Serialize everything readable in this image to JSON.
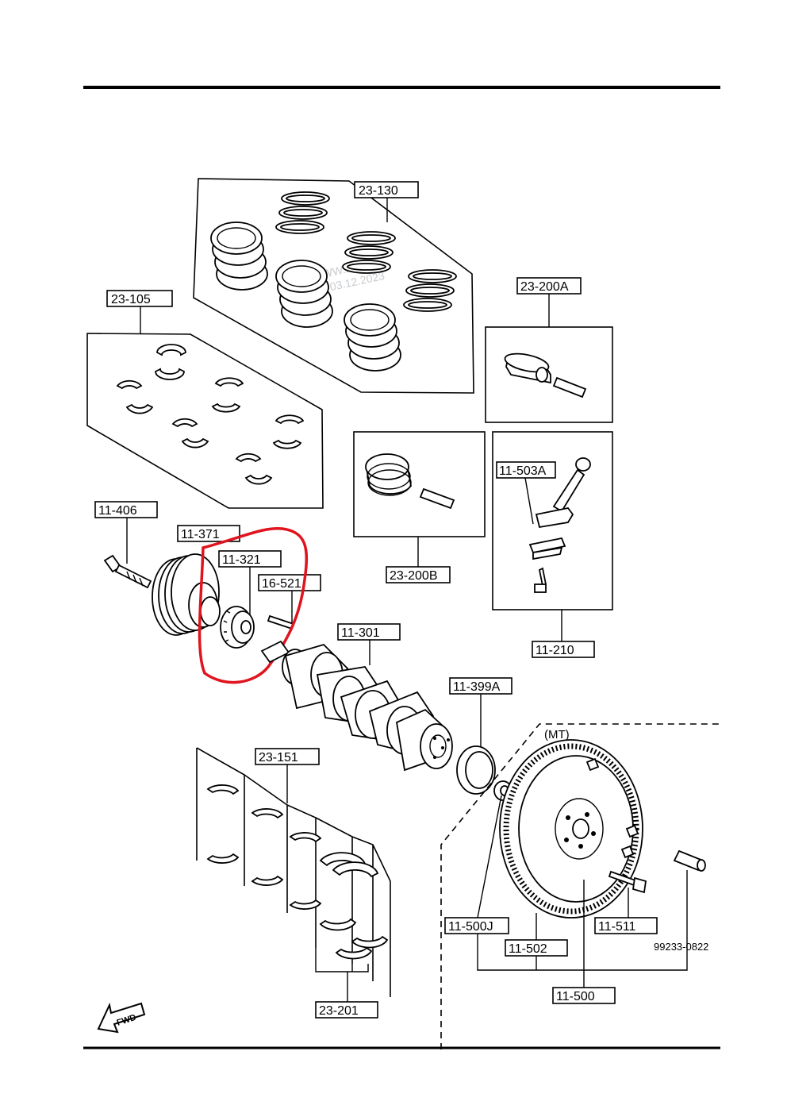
{
  "labels": {
    "l23_130": "23-130",
    "l23_105": "23-105",
    "l23_200A": "23-200A",
    "l23_200B": "23-200B",
    "l11_503A": "11-503A",
    "l11_210": "11-210",
    "l11_406": "11-406",
    "l11_371": "11-371",
    "l11_321": "11-321",
    "l16_521": "16-521",
    "l11_301": "11-301",
    "l11_399A": "11-399A",
    "l23_151": "23-151",
    "l23_201": "23-201",
    "l11_500J": "11-500J",
    "l11_502": "11-502",
    "l11_511": "11-511",
    "l11_500": "11-500"
  },
  "mt_label": "(MT)",
  "drawing_number": "99233-0822",
  "fwd_label": "FWD",
  "watermark": {
    "line1": "WWW.I...RU",
    "line2": "38 03.12.2023"
  },
  "highlight_color": "#e0141e"
}
